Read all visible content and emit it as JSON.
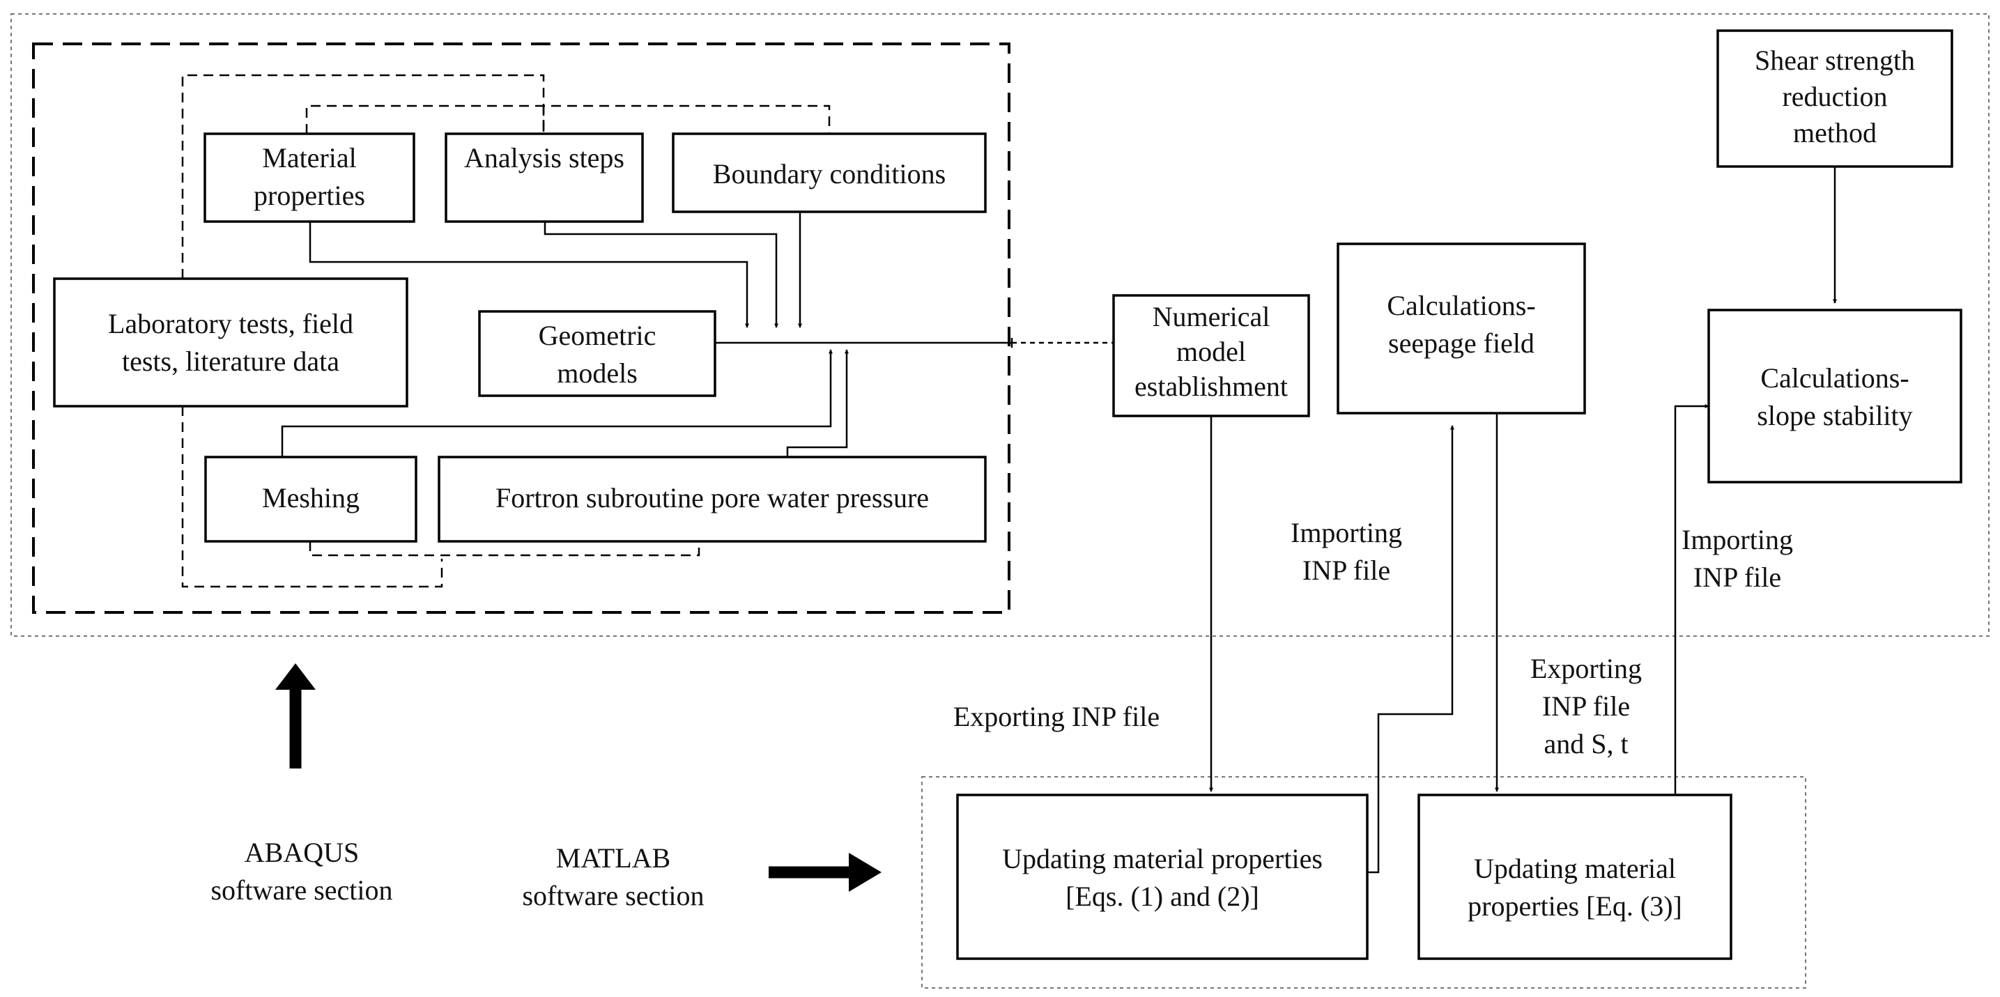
{
  "boxes": {
    "material_properties": [
      "Material",
      "properties"
    ],
    "analysis_steps": [
      "Analysis steps"
    ],
    "boundary_conditions": [
      "Boundary conditions"
    ],
    "lab_tests": [
      "Laboratory tests, field",
      "tests, literature data"
    ],
    "geometric_models": [
      "Geometric",
      "models"
    ],
    "meshing": [
      "Meshing"
    ],
    "fortran_subroutine": [
      "Fortron subroutine pore water pressure"
    ],
    "numerical_model": [
      "Numerical",
      "model",
      "establishment"
    ],
    "seepage_field": [
      "Calculations-",
      "seepage field"
    ],
    "shear_strength": [
      "Shear strength",
      "reduction",
      "method"
    ],
    "slope_stability": [
      "Calculations-",
      "slope stability"
    ],
    "update_eq12": [
      "Updating material properties",
      "[Eqs. (1) and (2)]"
    ],
    "update_eq3": [
      "Updating material",
      "properties [Eq. (3)]"
    ]
  },
  "labels": {
    "importing_inp_1": [
      "Importing",
      "INP file"
    ],
    "importing_inp_2": [
      "Importing",
      "INP file"
    ],
    "exporting_inp": [
      "Exporting INP file"
    ],
    "exporting_inp_st": [
      "Exporting",
      "INP file",
      "and S, t"
    ],
    "abaqus_section": [
      "ABAQUS",
      "software section"
    ],
    "matlab_section": [
      "MATLAB",
      "software section"
    ]
  },
  "colors": {
    "stroke": "#000000",
    "section_border": "#777777",
    "text": "#111111"
  }
}
